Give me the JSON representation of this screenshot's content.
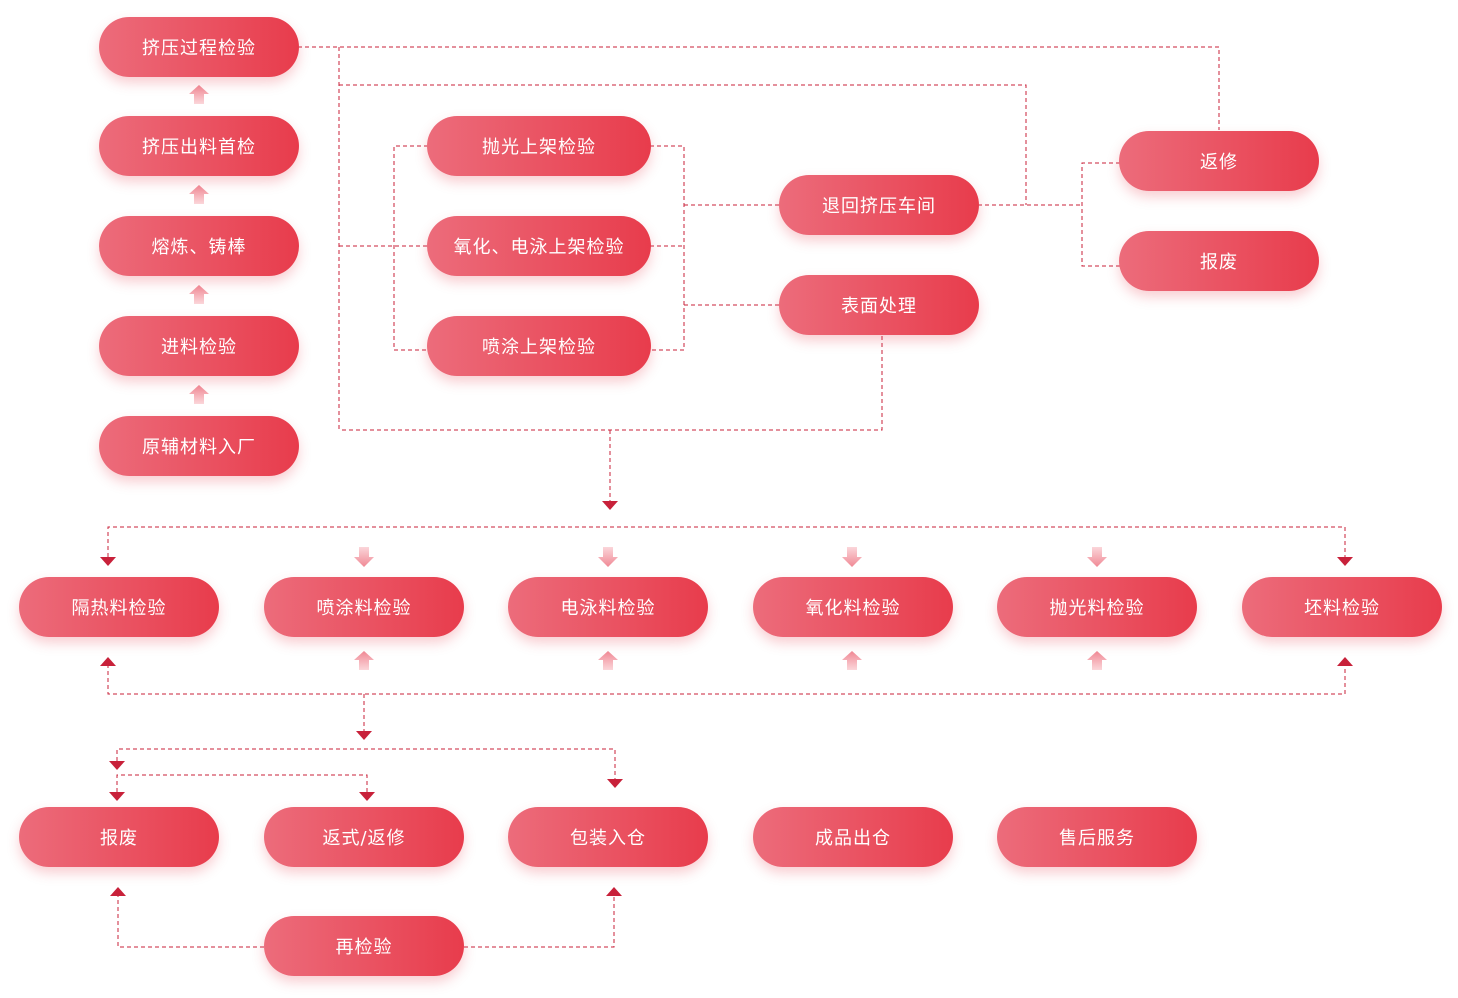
{
  "colors": {
    "node_start": "#ec6c7b",
    "node_end": "#e83c4c",
    "connector": "#c8213a",
    "soft_arrow": "#f3a7b0"
  },
  "nodes": {
    "extrusion_process": "挤压过程检验",
    "extrusion_first": "挤压出料首检",
    "melting": "熔炼、铸棒",
    "incoming": "进料检验",
    "raw_materials": "原辅材料入厂",
    "polish_rack": "抛光上架检验",
    "oxidation_rack": "氧化、电泳上架检验",
    "spray_rack": "喷涂上架检验",
    "return_extrusion": "退回挤压车间",
    "surface_treatment": "表面处理",
    "repair_top": "返修",
    "scrap_top": "报废",
    "insulation_inspect": "隔热料检验",
    "spray_inspect": "喷涂料检验",
    "electro_inspect": "电泳料检验",
    "oxidation_inspect": "氧化料检验",
    "polish_inspect": "抛光料检验",
    "blank_inspect": "坯料检验",
    "scrap_bottom": "报废",
    "retry_repair": "返式/返修",
    "pack_warehouse": "包装入仓",
    "finished_out": "成品出仓",
    "after_sales": "售后服务",
    "reinspect": "再检验"
  }
}
